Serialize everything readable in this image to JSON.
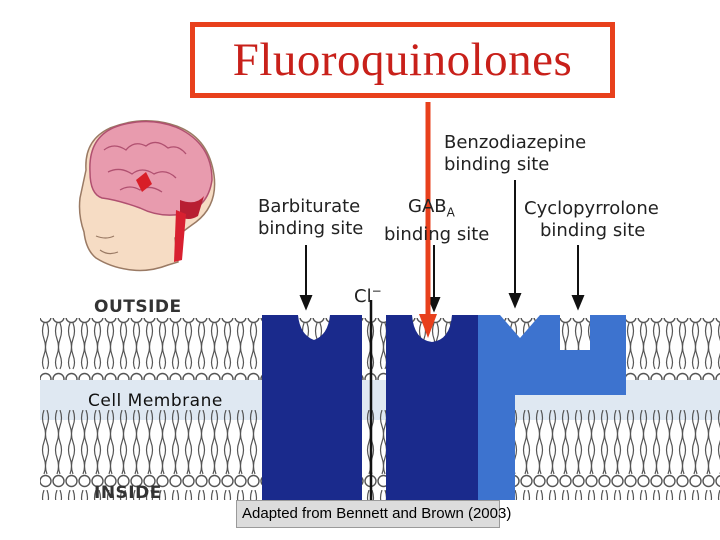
{
  "title": "Fluoroquinolones",
  "labels": {
    "benzo_line1": "Benzodiazepine",
    "benzo_line2": "binding site",
    "barb_line1": "Barbiturate",
    "barb_line2": "binding site",
    "gaba_main": "GAB",
    "gaba_sub": "A",
    "gaba_line2": "binding site",
    "cyclo_line1": "Cyclopyrrolone",
    "cyclo_line2": "binding site",
    "chloride": "Cl",
    "chloride_charge": "−",
    "outside": "OUTSIDE",
    "cell_membrane": "Cell Membrane",
    "inside": "INSIDE"
  },
  "caption": "Adapted from Bennett and Brown (2003)",
  "colors": {
    "title_border": "#e8401c",
    "title_text": "#c8201a",
    "receptor_dark": "#1a2a8c",
    "receptor_light": "#3d73cf",
    "membrane_band": "#dfe8f2",
    "arrow_red": "#e8401c"
  }
}
